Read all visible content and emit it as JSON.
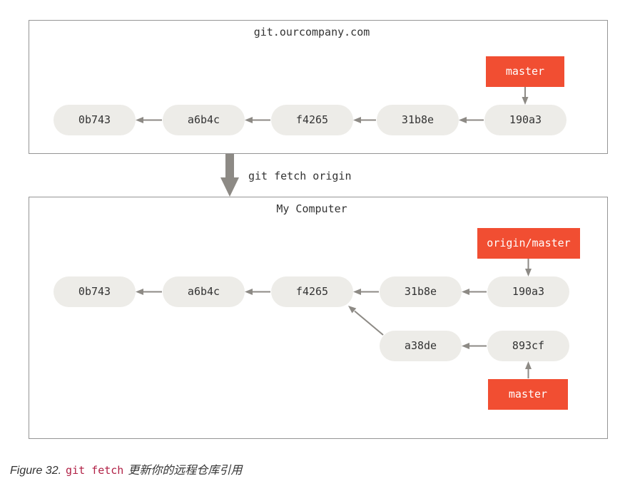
{
  "remote": {
    "label": "git.ourcompany.com",
    "branch": "master",
    "commits": [
      "0b743",
      "a6b4c",
      "f4265",
      "31b8e",
      "190a3"
    ]
  },
  "fetch": {
    "command": "git fetch origin"
  },
  "local": {
    "label": "My Computer",
    "remote_tracking_branch": "origin/master",
    "branch": "master",
    "commits": [
      "0b743",
      "a6b4c",
      "f4265",
      "31b8e",
      "190a3"
    ],
    "new_commits": [
      "a38de",
      "893cf"
    ]
  },
  "caption": {
    "figure_label": "Figure 32.",
    "code": "git fetch",
    "text": "更新你的远程仓库引用"
  },
  "colors": {
    "branch": "#f14e32",
    "commit": "#edece8",
    "arrow": "#8d8a85",
    "panel_border": "#959595",
    "caption_code": "#b12146"
  }
}
